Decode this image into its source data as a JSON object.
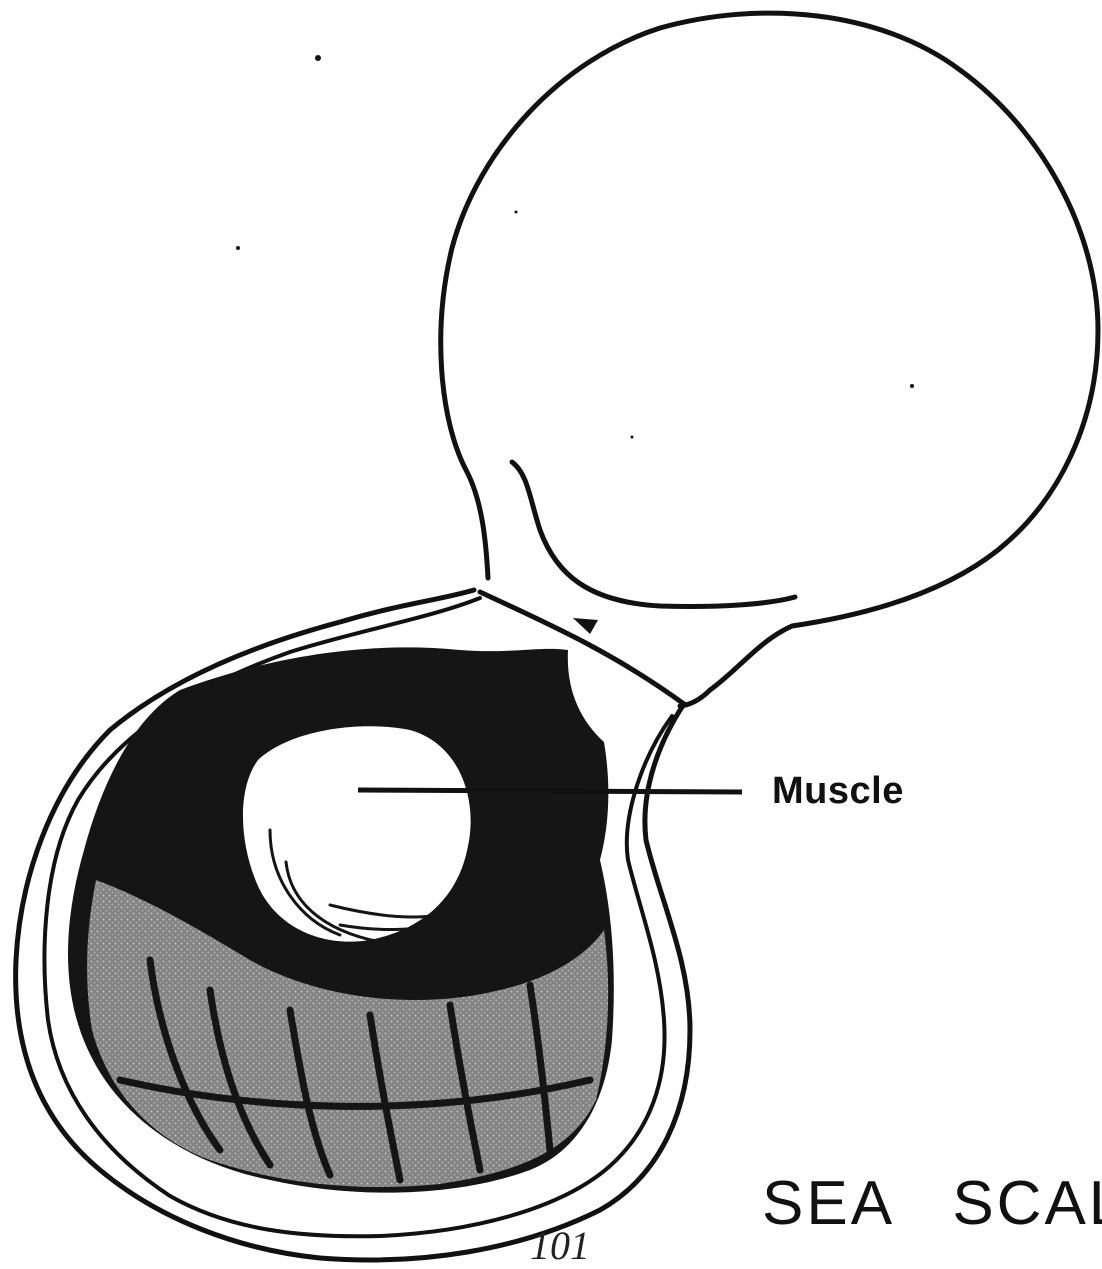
{
  "diagram": {
    "label_muscle": "Muscle",
    "title": "SEA   SCAL",
    "page_number": "101"
  },
  "colors": {
    "ink": "#111111",
    "paper": "#ffffff",
    "mantle_gray": "#7a7a7a"
  }
}
